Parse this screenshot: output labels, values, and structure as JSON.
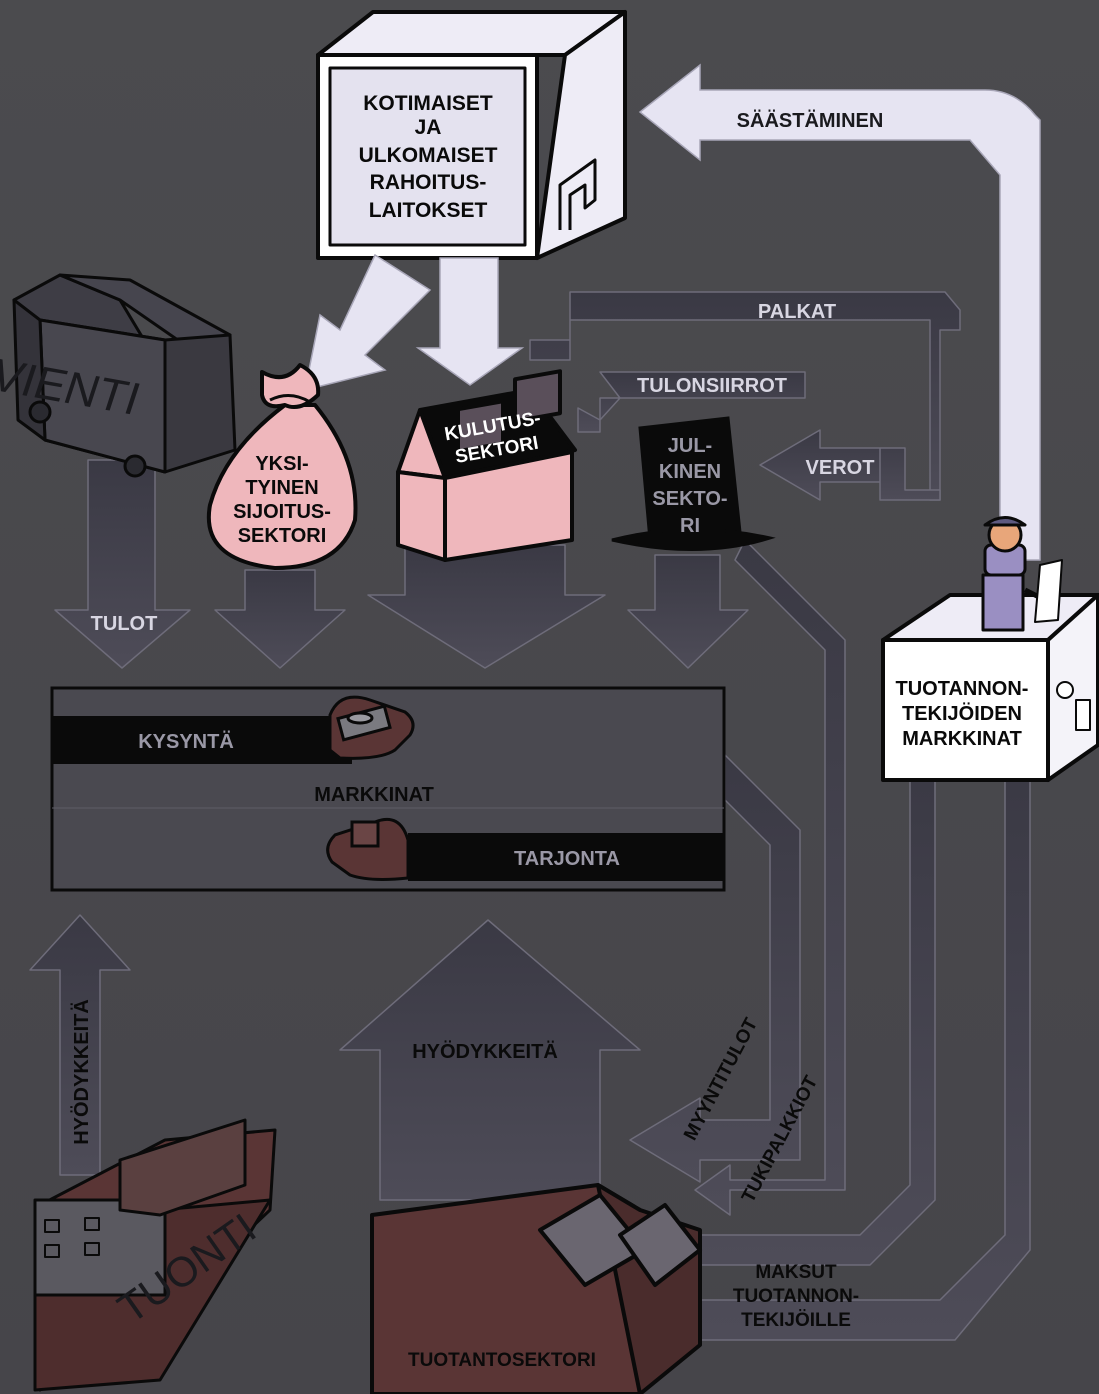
{
  "labels": {
    "financial": [
      "KOTIMAISET",
      "JA",
      "ULKOMAISET",
      "RAHOITUS-",
      "LAITOKSET"
    ],
    "saving": "SÄÄSTÄMINEN",
    "wages": "PALKAT",
    "transfers": "TULONSIIRROT",
    "taxes": "VEROT",
    "export": "VIENTI",
    "private": [
      "YKSI-",
      "TYINEN",
      "SIJOITUS-",
      "SEKTORI"
    ],
    "household": [
      "KULUTUS-",
      "SEKTORI"
    ],
    "public": [
      "JUL-",
      "KINEN",
      "SEKTO-",
      "RI"
    ],
    "factor_market": [
      "TUOTANNON-",
      "TEKIJÖIDEN",
      "MARKKINAT"
    ],
    "income": "TULOT",
    "demand": "KYSYNTÄ",
    "markets": "MARKKINAT",
    "supply": "TARJONTA",
    "goods_left": "HYÖDYKKEITÄ",
    "goods_center": "HYÖDYKKEITÄ",
    "sales_income": "MYYNTITULOT",
    "subsidies": "TUKIPALKKIOT",
    "factor_payments": [
      "MAKSUT",
      "TUOTANNON-",
      "TEKIJÖILLE"
    ],
    "import": "TUONTI",
    "production": "TUOTANTOSEKTORI"
  },
  "colors": {
    "background": "#4a4a4d",
    "pale_arrow": "#e6e4f2",
    "dark_arrow": "#3d3b47",
    "pink": "#efb7bc",
    "brown": "#5a3535",
    "black": "#0a0a0a"
  }
}
